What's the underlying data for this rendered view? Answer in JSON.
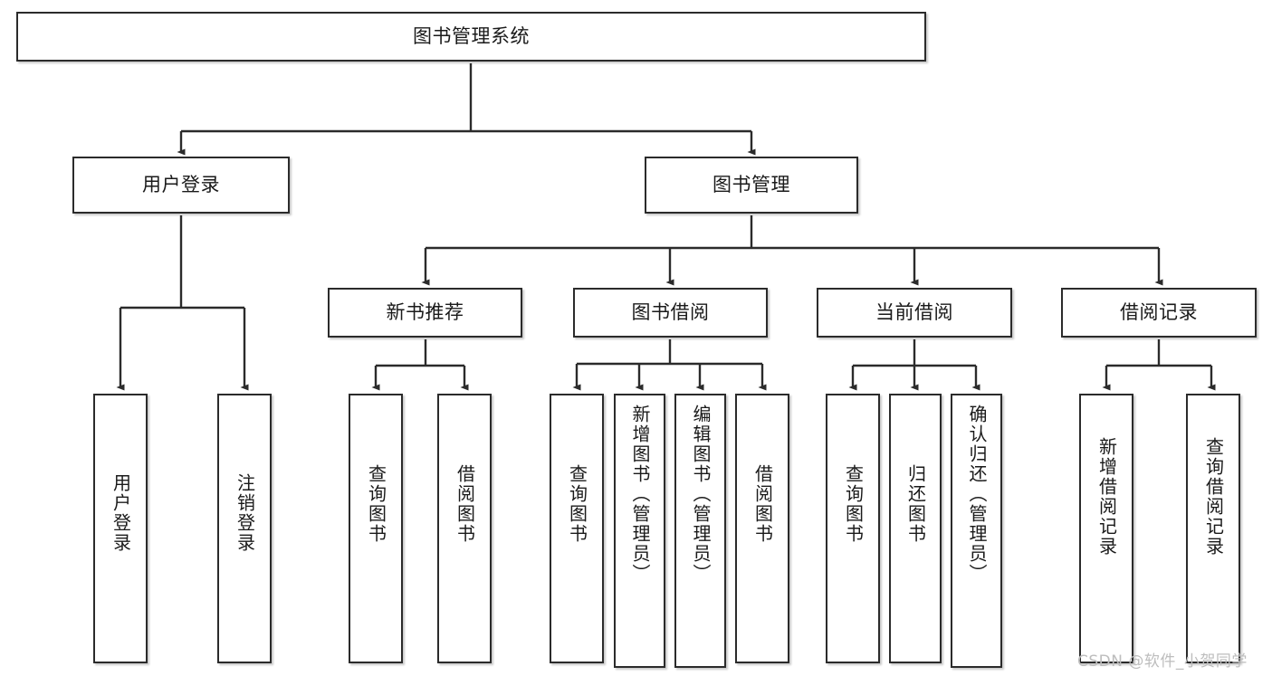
{
  "diagram": {
    "title": "图书管理系统",
    "watermark": "CSDN @软件_小贺同学",
    "colors": {
      "border": "#2b2b2b",
      "background": "#ffffff",
      "text": "#1a1a1a",
      "connector": "#2b2b2b",
      "watermark": "#bdbdbd"
    },
    "root": {
      "label": "图书管理系统"
    },
    "level2": [
      {
        "label": "用户登录"
      },
      {
        "label": "图书管理"
      }
    ],
    "level3": [
      {
        "label": "新书推荐"
      },
      {
        "label": "图书借阅"
      },
      {
        "label": "当前借阅"
      },
      {
        "label": "借阅记录"
      }
    ],
    "leaves": {
      "user_login": [
        {
          "label": "用户登录"
        },
        {
          "label": "注销登录"
        }
      ],
      "new_book_recommend": [
        {
          "label": "查询图书"
        },
        {
          "label": "借阅图书"
        }
      ],
      "book_borrow": [
        {
          "label": "查询图书"
        },
        {
          "label": "新增图书（管理员）"
        },
        {
          "label": "编辑图书（管理员）"
        },
        {
          "label": "借阅图书"
        }
      ],
      "current_borrow": [
        {
          "label": "查询图书"
        },
        {
          "label": "归还图书"
        },
        {
          "label": "确认归还（管理员）"
        }
      ],
      "borrow_record": [
        {
          "label": "新增借阅记录"
        },
        {
          "label": "查询借阅记录"
        }
      ]
    }
  }
}
